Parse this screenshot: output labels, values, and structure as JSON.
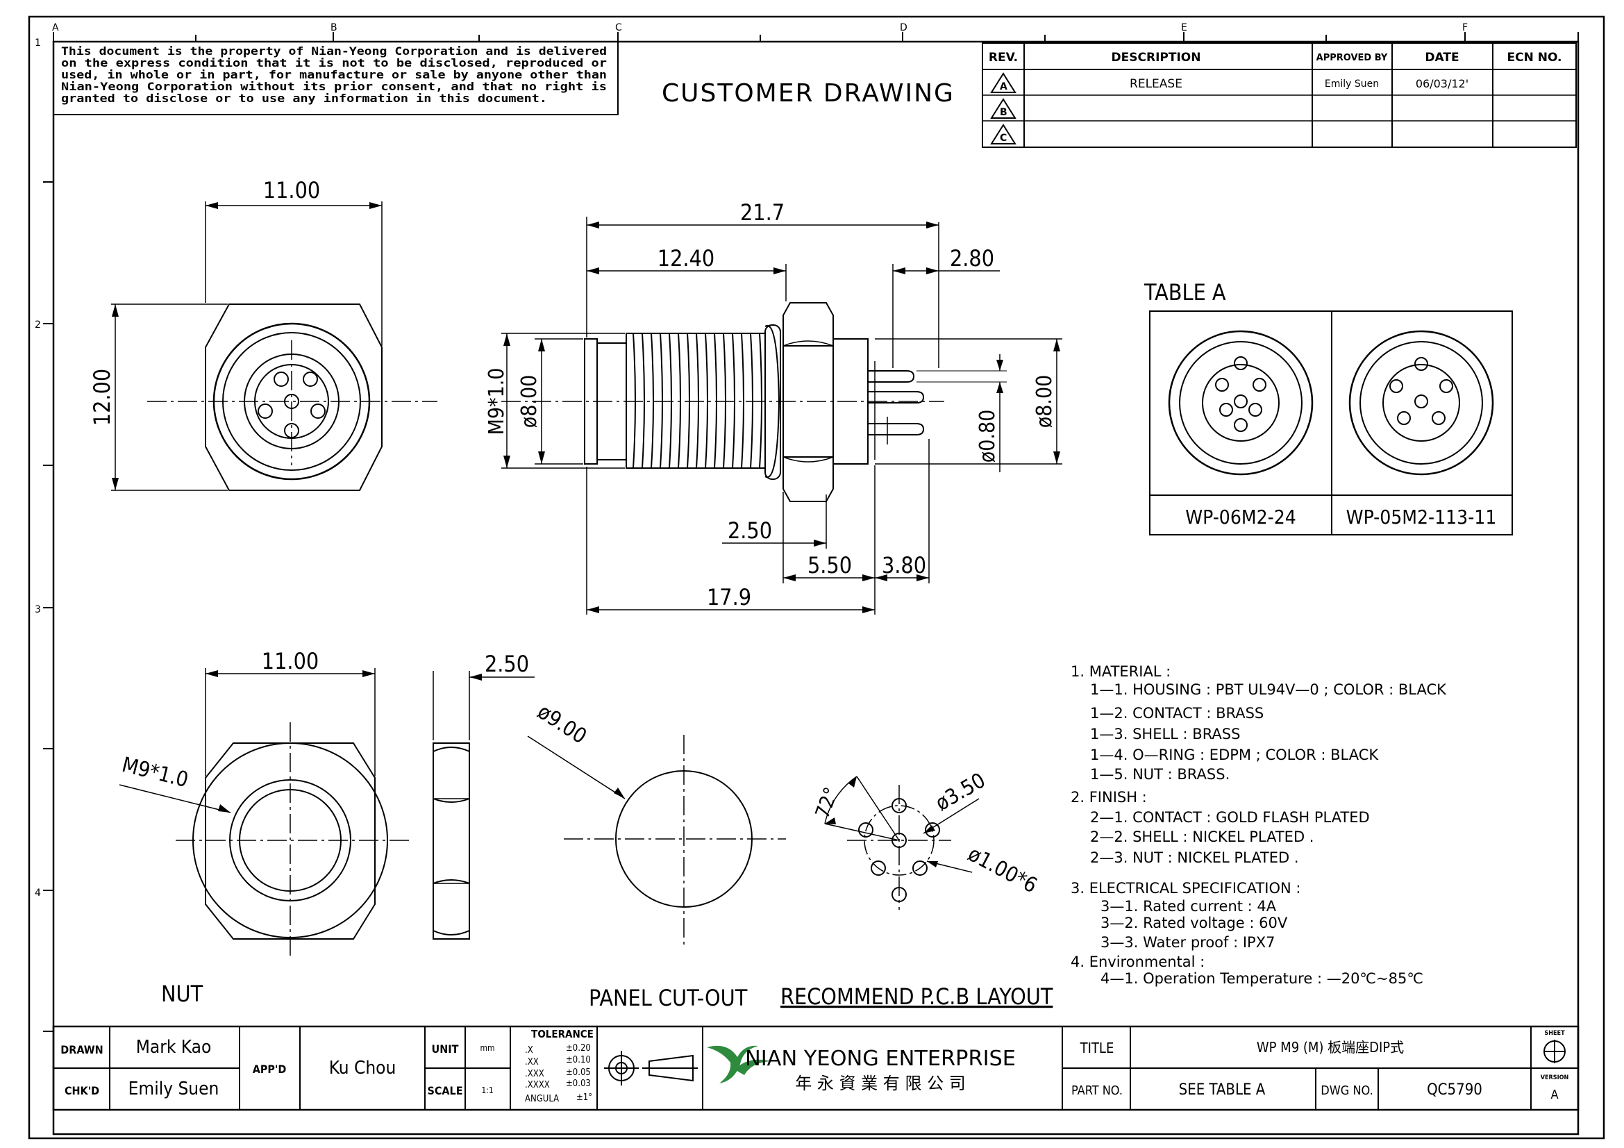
{
  "grid": {
    "cols": [
      "A",
      "B",
      "C",
      "D",
      "E",
      "F"
    ],
    "rows": [
      "1",
      "2",
      "3",
      "4"
    ]
  },
  "notice": [
    "This document is the property of Nian-Yeong Corporation and is delivered",
    "on  the  express condition that it is not to be disclosed, reproduced or",
    "used, in whole or in part, for manufacture or sale by anyone other than",
    "Nian-Yeong Corporation without  its prior consent, and that  no right  is",
    "granted to disclose or to use any information in this  document."
  ],
  "drawing_title": "CUSTOMER  DRAWING",
  "revision_table": {
    "headers": [
      "REV.",
      "DESCRIPTION",
      "APPROVED BY",
      "DATE",
      "ECN NO."
    ],
    "rows": [
      {
        "rev": "A",
        "description": "RELEASE",
        "approved_by": "Emily Suen",
        "date": "06/03/12'",
        "ecn": ""
      },
      {
        "rev": "B",
        "description": "",
        "approved_by": "",
        "date": "",
        "ecn": ""
      },
      {
        "rev": "C",
        "description": "",
        "approved_by": "",
        "date": "",
        "ecn": ""
      }
    ]
  },
  "front_view": {
    "width_dim": "11.00",
    "height_dim": "12.00"
  },
  "side_view": {
    "overall_length": "21.7",
    "thread_length": "12.40",
    "pin_length": "2.80",
    "thread_label": "M9*1.0",
    "body_dia": "ø8.00",
    "pin_dia": "ø0.80",
    "rear_dia": "ø8.00",
    "nut_offset": "2.50",
    "nut_width": "5.50",
    "pin_offset": "3.80",
    "body_length": "17.9"
  },
  "table_a": {
    "title": "TABLE  A",
    "parts": [
      "WP-06M2-24",
      "WP-05M2-113-11"
    ]
  },
  "nut_view": {
    "width_dim": "11.00",
    "thread_label": "M9*1.0",
    "thickness_dim": "2.50",
    "caption": "NUT"
  },
  "panel_cutout": {
    "dia": "ø9.00",
    "caption": "PANEL  CUT-OUT"
  },
  "pcb_layout": {
    "angle": "72°",
    "pitch_dia": "ø3.50",
    "hole_dia": "ø1.00*6",
    "caption": "RECOMMEND  P.C.B  LAYOUT"
  },
  "notes": [
    "1.  MATERIAL  :",
    "1—1.  HOUSING  :  PBT  UL94V—0  ;  COLOR  :  BLACK",
    "1—2.  CONTACT  :  BRASS",
    "1—3.  SHELL  :  BRASS",
    "1—4.  O—RING  :  EDPM  ;  COLOR  :  BLACK",
    "1—5.  NUT  :  BRASS.",
    "2.  FINISH  :",
    "2—1.  CONTACT    :  GOLD  FLASH  PLATED",
    "2—2.  SHELL  :  NICKEL  PLATED  .",
    "2—3.  NUT  :  NICKEL  PLATED  .",
    "3.  ELECTRICAL  SPECIFICATION  :",
    "3—1.  Rated  current  :  4A",
    "3—2.  Rated  voltage  :  60V",
    "3—3.  Water  proof  :  IPX7",
    "4.  Environmental  :",
    "4—1.  Operation  Temperature  :  —20℃~85℃"
  ],
  "title_block": {
    "drawn_label": "DRAWN",
    "drawn_name": "Mark Kao",
    "chkd_label": "CHK'D",
    "chkd_name": "Emily Suen",
    "appd_label": "APP'D",
    "appd_name": "Ku Chou",
    "unit_label": "UNIT",
    "unit_value": "mm",
    "scale_label": "SCALE",
    "scale_value": "1:1",
    "tolerance_title": "TOLERANCE",
    "tolerances": [
      {
        "k": ".X",
        "v": "±0.20"
      },
      {
        "k": ".XX",
        "v": "±0.10"
      },
      {
        "k": ".XXX",
        "v": "±0.05"
      },
      {
        "k": ".XXXX",
        "v": "±0.03"
      },
      {
        "k": "ANGULA",
        "v": "±1°"
      }
    ],
    "company_name": "NIAN YEONG ENTERPRISE",
    "company_name_cn": "年 永 資 業 有 限 公 司",
    "title_label": "TITLE",
    "title_value": "WP  M9  (M)  板端座DIP式",
    "part_no_label": "PART NO.",
    "part_no_value": "SEE  TABLE  A",
    "dwg_no_label": "DWG NO.",
    "dwg_no_value": "QC5790",
    "sheet_label": "SHEET",
    "version_label": "VERSION",
    "version_value": "A"
  }
}
